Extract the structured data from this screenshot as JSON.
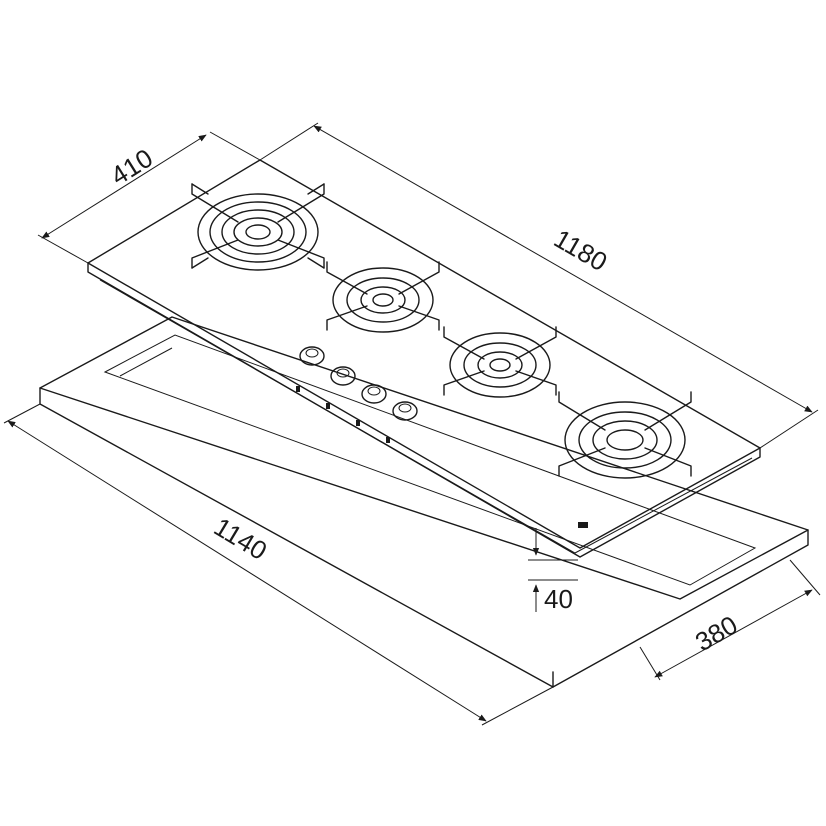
{
  "dimensions": {
    "depth_top": "410",
    "width_top": "1180",
    "width_cutout": "1140",
    "depth_cutout": "380",
    "height": "40"
  }
}
